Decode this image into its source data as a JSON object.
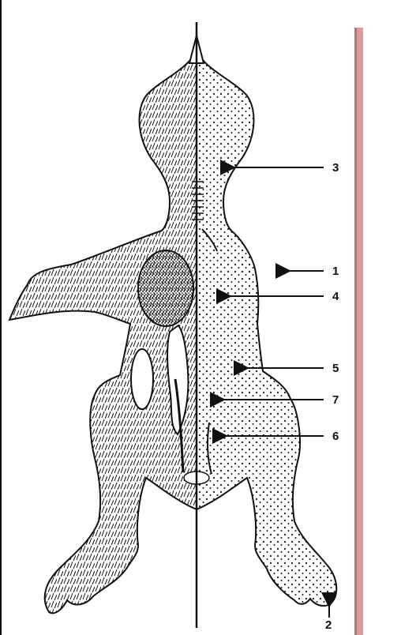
{
  "diagram": {
    "labels": {
      "l3": "3",
      "l1": "1",
      "l4": "4",
      "l5": "5",
      "l7": "7",
      "l6": "6",
      "l2": "2"
    },
    "colors": {
      "ink": "#111111",
      "accent_bar": "#d99a9a",
      "background": "#ffffff"
    }
  }
}
